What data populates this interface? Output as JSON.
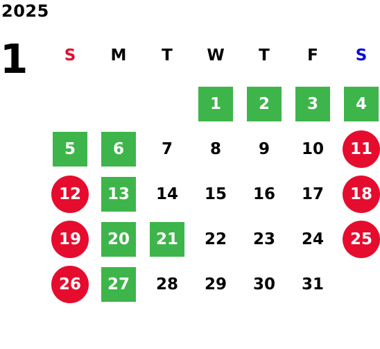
{
  "calendar": {
    "year": "2025",
    "month": "1",
    "weekdays": [
      "S",
      "M",
      "T",
      "W",
      "T",
      "F",
      "S"
    ],
    "weekday_colors": [
      "#e60c2e",
      "#000000",
      "#000000",
      "#000000",
      "#000000",
      "#000000",
      "#0a0ad8"
    ],
    "colors": {
      "green": "#3db54a",
      "red": "#e60c2e"
    },
    "days": [
      {
        "d": "1",
        "type": "green"
      },
      {
        "d": "2",
        "type": "green"
      },
      {
        "d": "3",
        "type": "green"
      },
      {
        "d": "4",
        "type": "green"
      },
      {
        "d": "5",
        "type": "green"
      },
      {
        "d": "6",
        "type": "green"
      },
      {
        "d": "7",
        "type": "plain"
      },
      {
        "d": "8",
        "type": "plain"
      },
      {
        "d": "9",
        "type": "plain"
      },
      {
        "d": "10",
        "type": "plain"
      },
      {
        "d": "11",
        "type": "red"
      },
      {
        "d": "12",
        "type": "red"
      },
      {
        "d": "13",
        "type": "green"
      },
      {
        "d": "14",
        "type": "plain"
      },
      {
        "d": "15",
        "type": "plain"
      },
      {
        "d": "16",
        "type": "plain"
      },
      {
        "d": "17",
        "type": "plain"
      },
      {
        "d": "18",
        "type": "red"
      },
      {
        "d": "19",
        "type": "red"
      },
      {
        "d": "20",
        "type": "green"
      },
      {
        "d": "21",
        "type": "green"
      },
      {
        "d": "22",
        "type": "plain"
      },
      {
        "d": "23",
        "type": "plain"
      },
      {
        "d": "24",
        "type": "plain"
      },
      {
        "d": "25",
        "type": "red"
      },
      {
        "d": "26",
        "type": "red"
      },
      {
        "d": "27",
        "type": "green"
      },
      {
        "d": "28",
        "type": "plain"
      },
      {
        "d": "29",
        "type": "plain"
      },
      {
        "d": "30",
        "type": "plain"
      },
      {
        "d": "31",
        "type": "plain"
      }
    ]
  }
}
